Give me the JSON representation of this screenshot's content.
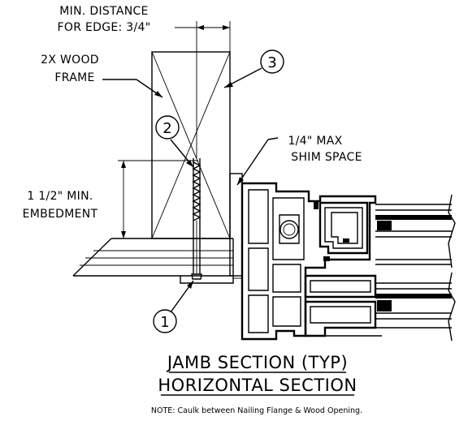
{
  "labels": {
    "min_distance_line1": "MIN. DISTANCE",
    "min_distance_line2": "FOR EDGE: 3/4\"",
    "wood_frame_line1": "2X WOOD",
    "wood_frame_line2": "FRAME",
    "shim_line1": "1/4\" MAX",
    "shim_line2": "SHIM SPACE",
    "embed_line1": "1 1/2\" MIN.",
    "embed_line2": "EMBEDMENT"
  },
  "callouts": {
    "one": "1",
    "two": "2",
    "three": "3"
  },
  "title": {
    "line1": "JAMB SECTION (TYP)",
    "line2": "HORIZONTAL SECTION"
  },
  "note": "NOTE: Caulk between Nailing Flange & Wood Opening."
}
